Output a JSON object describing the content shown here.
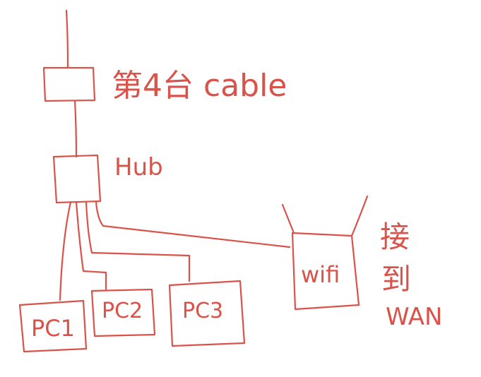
{
  "diagram": {
    "ink_color": "#d9534a",
    "background": "#ffffff",
    "nodes": {
      "cable_modem": {
        "label": "第4台 cable"
      },
      "hub": {
        "label": "Hub"
      },
      "pc1": {
        "label": "PC1"
      },
      "pc2": {
        "label": "PC2"
      },
      "pc3": {
        "label": "PC3"
      },
      "wifi": {
        "label": "wifi"
      }
    },
    "annotation": {
      "line1": "接",
      "line2": "到",
      "line3": "WAN"
    }
  }
}
